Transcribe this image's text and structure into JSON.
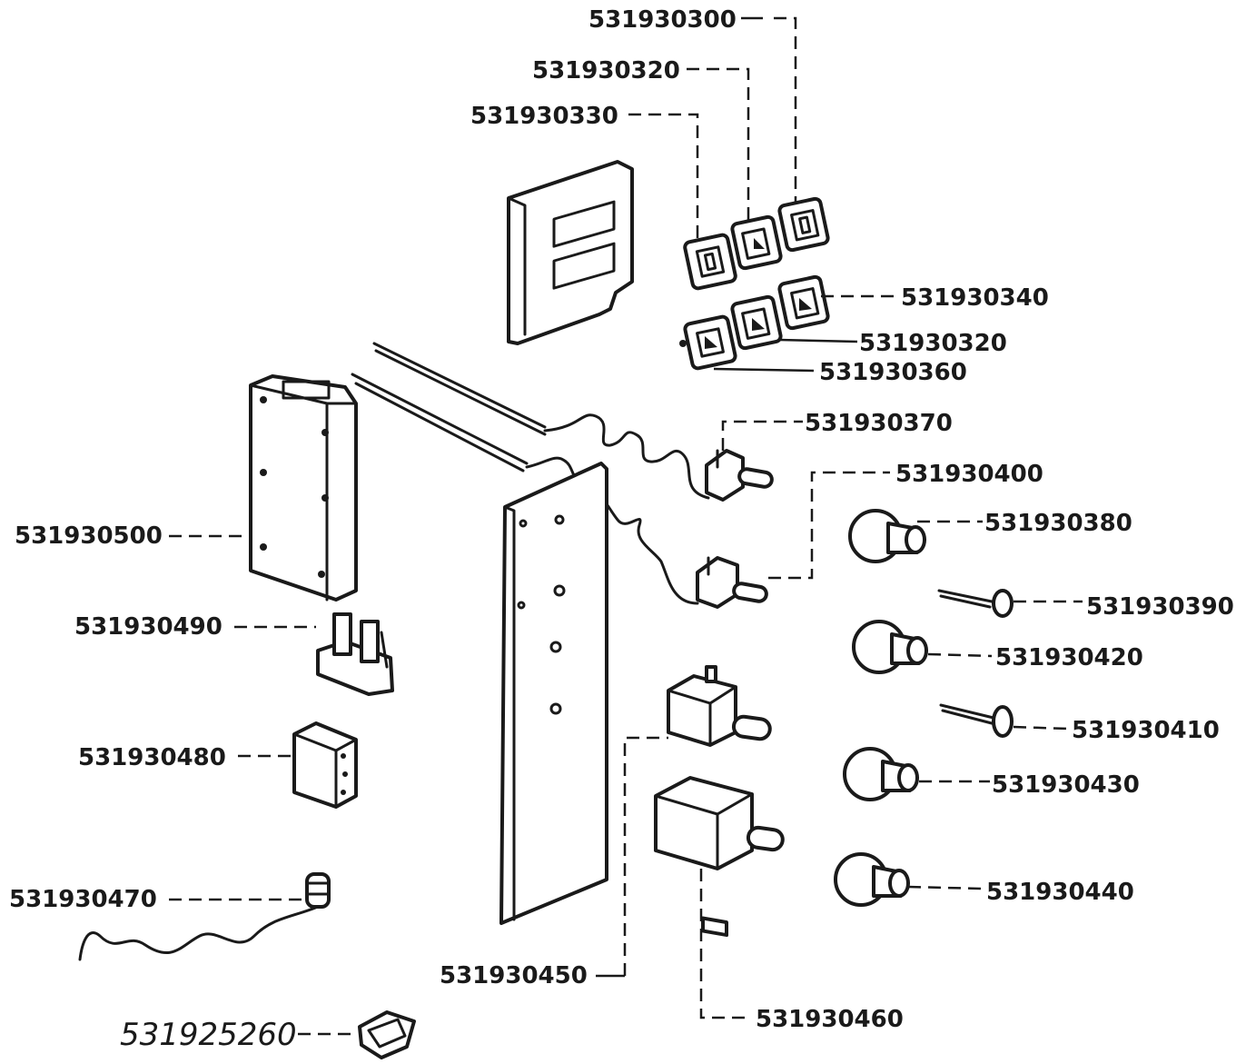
{
  "diagram": {
    "part_numbers": {
      "p300": "531930300",
      "p320_top": "531930320",
      "p330": "531930330",
      "p340": "531930340",
      "p320_mid": "531930320",
      "p360": "531930360",
      "p370": "531930370",
      "p400": "531930400",
      "p380": "531930380",
      "p390": "531930390",
      "p420": "531930420",
      "p410": "531930410",
      "p430": "531930430",
      "p440": "531930440",
      "p500": "531930500",
      "p490": "531930490",
      "p480": "531930480",
      "p470": "531930470",
      "p450": "531930450",
      "p460": "531930460",
      "p260": "531925260"
    }
  }
}
